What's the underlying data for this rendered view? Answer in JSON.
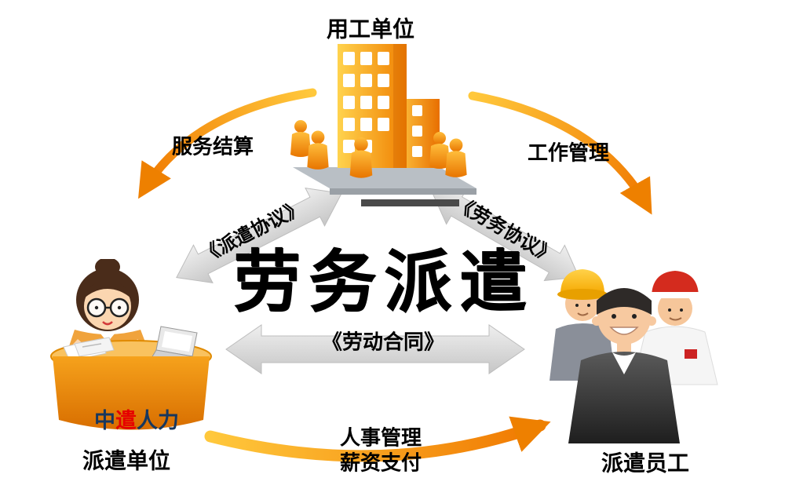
{
  "diagram": {
    "title": "劳务派遣",
    "nodes": {
      "employer_label": "用工单位",
      "dispatch_unit_label": "派遣单位",
      "employees_label": "派遣员工"
    },
    "brand": {
      "prefix": "中",
      "highlight": "遣",
      "suffix": "人力"
    },
    "edges": {
      "service_settlement": "服务结算",
      "work_management": "工作管理",
      "dispatch_agreement": "《派遣协议》",
      "labor_service_agreement": "《劳务协议》",
      "labor_contract": "《劳动合同》",
      "personnel_management": "人事管理",
      "salary_payment": "薪资支付"
    },
    "colors": {
      "arrow_orange_light": "#FFC83C",
      "arrow_orange_dark": "#F07800",
      "arrow_gray": "#D8D8D8",
      "brand_navy": "#17375E",
      "brand_red": "#E60000",
      "building_orange": "#F58300",
      "text_black": "#000000"
    }
  }
}
